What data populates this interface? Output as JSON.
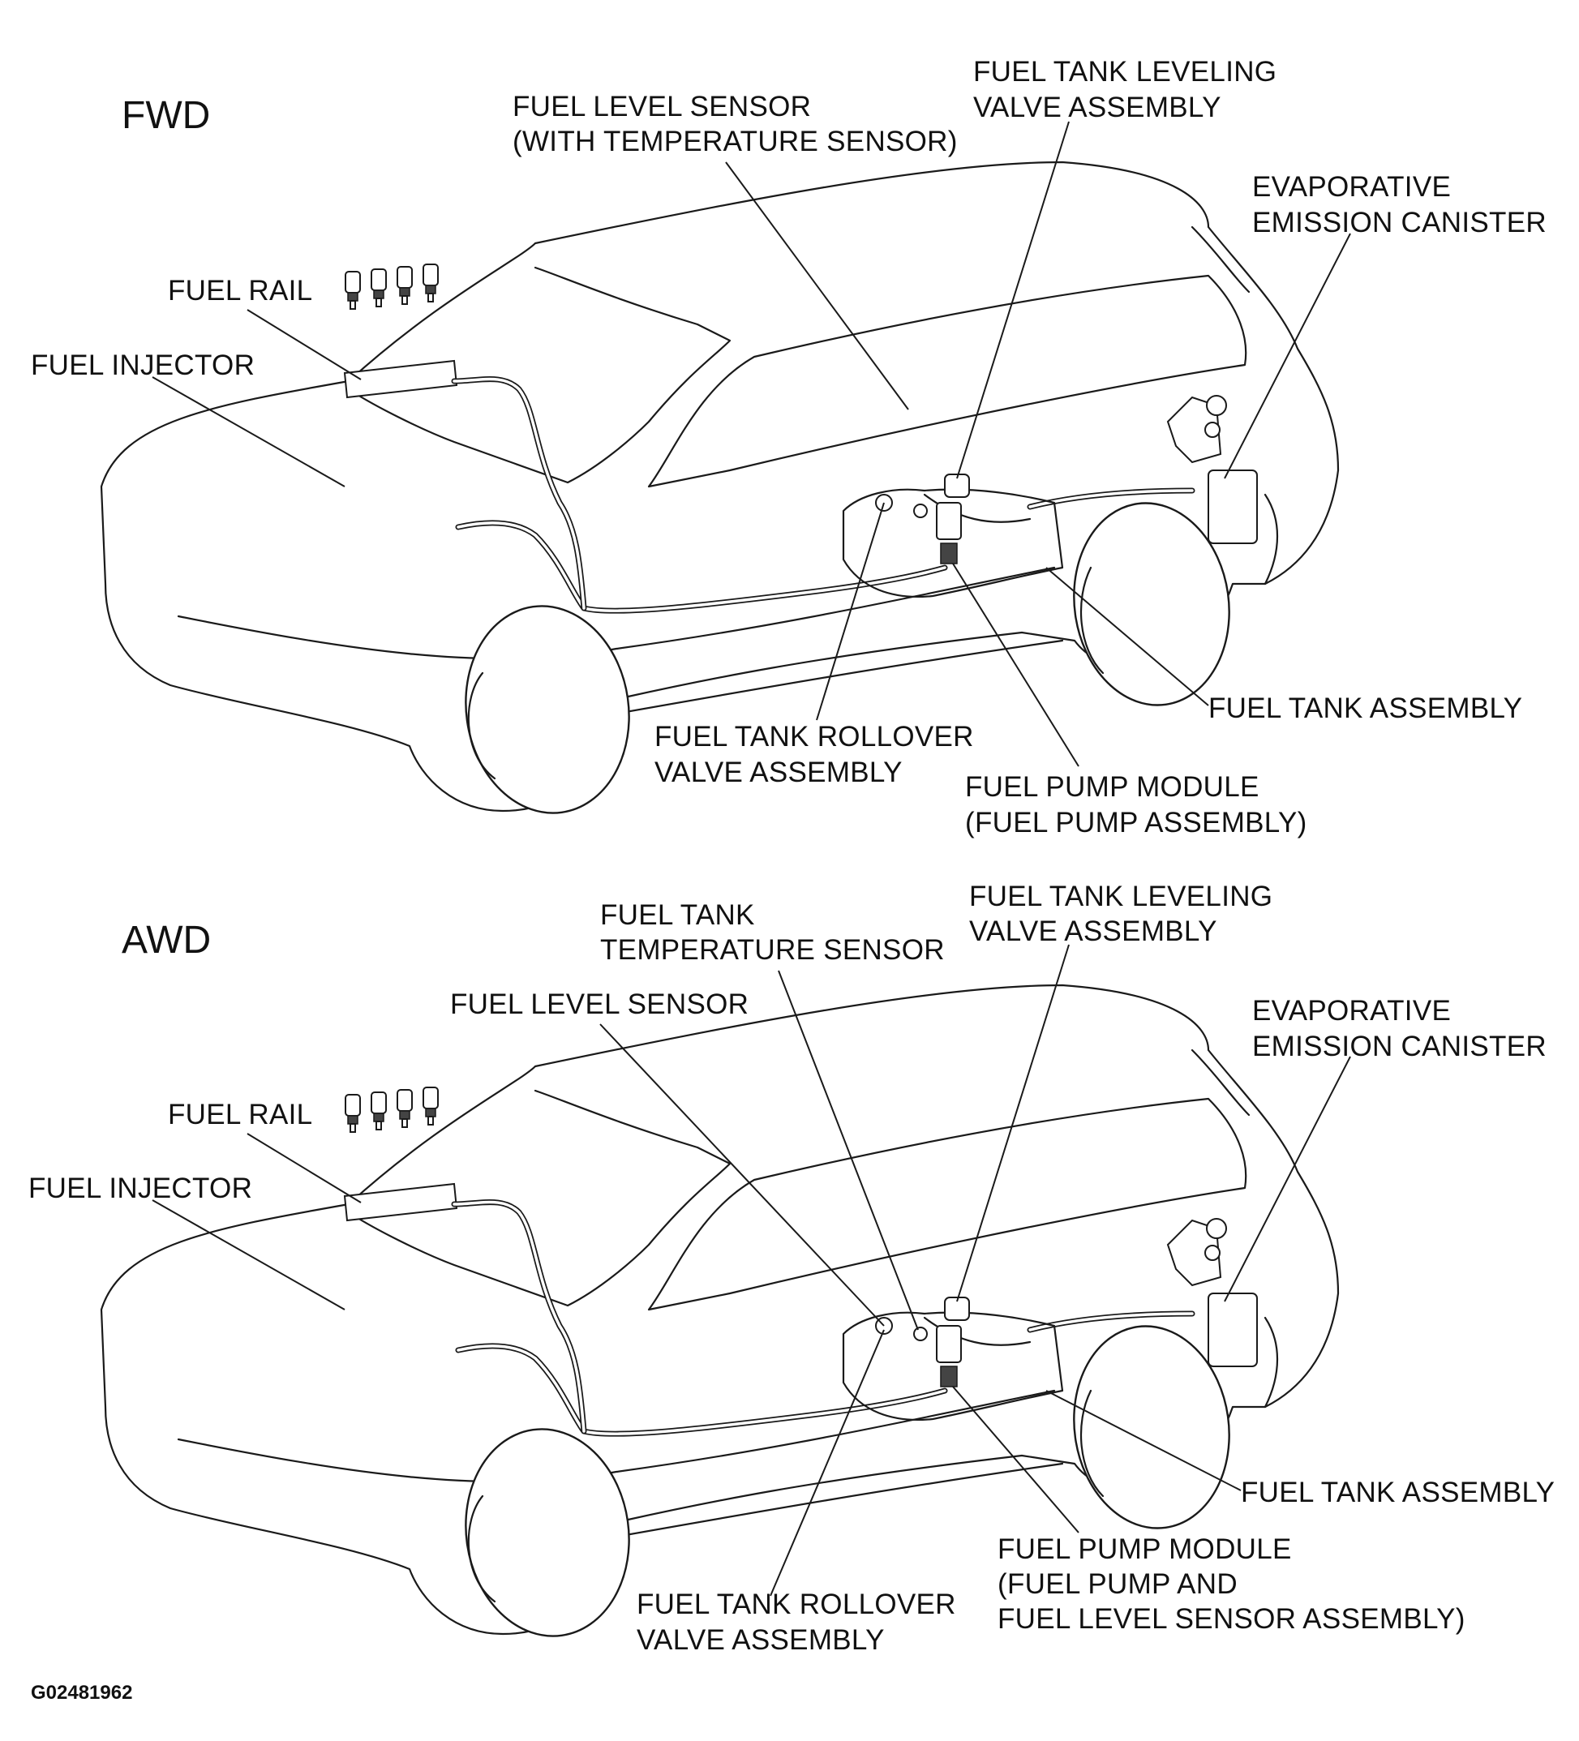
{
  "figure_id": "G02481962",
  "panels": [
    {
      "title": "FWD",
      "labels": {
        "fuel_rail": [
          "FUEL RAIL"
        ],
        "fuel_injector": [
          "FUEL INJECTOR"
        ],
        "fuel_level_sensor": [
          "FUEL LEVEL SENSOR",
          "(WITH TEMPERATURE SENSOR)"
        ],
        "leveling_valve": [
          "FUEL TANK LEVELING",
          "VALVE ASSEMBLY"
        ],
        "canister": [
          "EVAPORATIVE",
          "EMISSION CANISTER"
        ],
        "fuel_tank": [
          "FUEL TANK ASSEMBLY"
        ],
        "rollover_valve": [
          "FUEL TANK ROLLOVER",
          "VALVE ASSEMBLY"
        ],
        "pump_module": [
          "FUEL PUMP MODULE",
          "(FUEL PUMP ASSEMBLY)"
        ]
      }
    },
    {
      "title": "AWD",
      "labels": {
        "fuel_rail": [
          "FUEL RAIL"
        ],
        "fuel_injector": [
          "FUEL INJECTOR"
        ],
        "temp_sensor": [
          "FUEL TANK",
          "TEMPERATURE SENSOR"
        ],
        "fuel_level_sensor": [
          "FUEL LEVEL SENSOR"
        ],
        "leveling_valve": [
          "FUEL TANK LEVELING",
          "VALVE ASSEMBLY"
        ],
        "canister": [
          "EVAPORATIVE",
          "EMISSION CANISTER"
        ],
        "fuel_tank": [
          "FUEL TANK ASSEMBLY"
        ],
        "rollover_valve": [
          "FUEL TANK ROLLOVER",
          "VALVE ASSEMBLY"
        ],
        "pump_module": [
          "FUEL PUMP MODULE",
          "(FUEL PUMP AND",
          "FUEL LEVEL SENSOR ASSEMBLY)"
        ]
      }
    }
  ]
}
